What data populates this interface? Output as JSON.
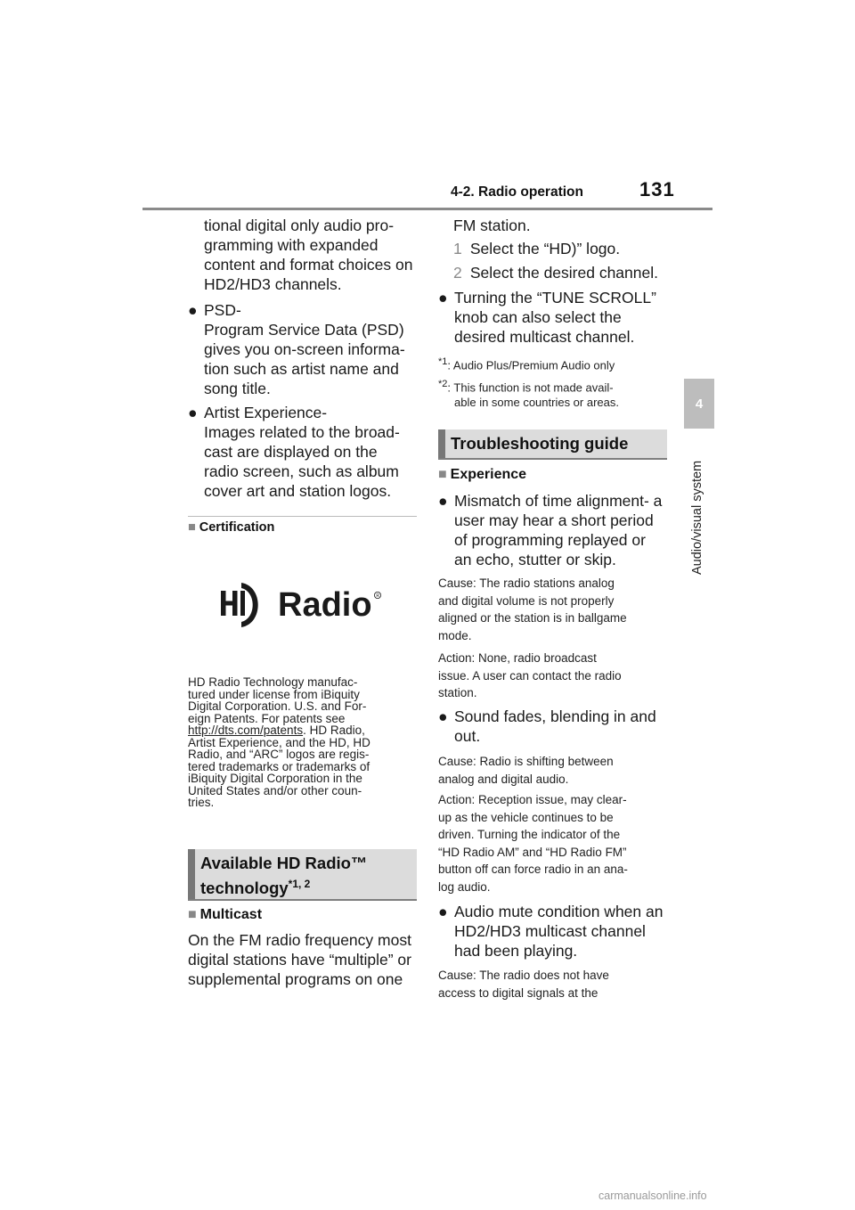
{
  "header": {
    "section": "4-2. Radio operation",
    "page_number": "131"
  },
  "side_tab": {
    "chapter_number": "4",
    "chapter_title": "Audio/visual system"
  },
  "left_column": {
    "intro_lines": [
      "tional digital only audio pro-",
      "gramming with expanded",
      "content and format choices on",
      "HD2/HD3 channels."
    ],
    "psd": {
      "title": "PSD-",
      "lines": [
        "Program Service Data (PSD)",
        "gives you on-screen informa-",
        "tion such as artist name and",
        "song title."
      ]
    },
    "artist": {
      "title": "Artist Experience-",
      "lines": [
        "Images related to the broad-",
        "cast are displayed on the",
        "radio screen, such as album",
        "cover art and station logos."
      ]
    },
    "certification": {
      "heading": "Certification",
      "logo_text": "HD Radio",
      "legal_lines": [
        "HD Radio Technology manufac-",
        "tured under license from iBiquity",
        "Digital Corporation. U.S. and For-",
        "eign Patents. For patents see"
      ],
      "link_text": "http://dts.com/patents",
      "after_link": ". HD Radio,",
      "legal_lines_2": [
        "Artist Experience, and the HD, HD",
        "Radio, and “ARC” logos are regis-",
        "tered trademarks or trademarks of",
        "iBiquity Digital Corporation in the",
        "United States and/or other coun-",
        "tries."
      ]
    },
    "available_box": {
      "line1": "Available HD Radio™",
      "line2": "technology",
      "superscript": "*1, 2"
    },
    "multicast": {
      "heading": "Multicast",
      "lines": [
        "On the FM radio frequency most",
        "digital stations have “multiple” or",
        "supplemental programs on one"
      ]
    }
  },
  "right_column": {
    "continued": "FM station.",
    "steps": [
      {
        "number": "1",
        "text": "Select the “HD)” logo."
      },
      {
        "number": "2",
        "text": "Select the desired channel."
      }
    ],
    "tune_bullet": [
      "Turning the “TUNE SCROLL”",
      "knob can also select the",
      "desired multicast channel."
    ],
    "footnotes": [
      {
        "mark": "*1",
        "lines": [
          ": Audio Plus/Premium Audio only"
        ]
      },
      {
        "mark": "*2",
        "lines": [
          ": This function is not made avail-",
          "able in some countries or areas."
        ]
      }
    ],
    "troubleshooting_box": "Troubleshooting guide",
    "experience_heading": "Experience",
    "issues": [
      {
        "bullet": [
          "Mismatch of time alignment- a",
          "user may hear a short period",
          "of programming replayed or",
          "an echo, stutter or skip."
        ],
        "cause": [
          "Cause: The radio stations analog",
          "and digital volume is not properly",
          "aligned or the station is in ballgame",
          "mode."
        ],
        "action": [
          "Action: None, radio broadcast",
          "issue. A user can contact the radio",
          "station."
        ]
      },
      {
        "bullet": [
          "Sound fades, blending in and",
          "out."
        ],
        "cause": [
          "Cause: Radio is shifting between",
          "analog and digital audio."
        ],
        "action": [
          "Action: Reception issue, may clear-",
          "up as the vehicle continues to be",
          "driven. Turning the indicator of the",
          "“HD Radio AM” and “HD Radio FM”",
          "button off can force radio in an ana-",
          "log audio."
        ]
      },
      {
        "bullet": [
          "Audio mute condition when an",
          "HD2/HD3 multicast channel",
          "had been playing."
        ],
        "cause": [
          "Cause: The radio does not have",
          "access to digital signals at the"
        ]
      }
    ]
  },
  "watermark": "carmanualsonline.info",
  "colors": {
    "rule": "#8a8a8a",
    "box_fill": "#dcdcdc",
    "box_bar": "#777777",
    "tab_fill": "#bdbdbd",
    "muted_number": "#8a8a8a"
  }
}
